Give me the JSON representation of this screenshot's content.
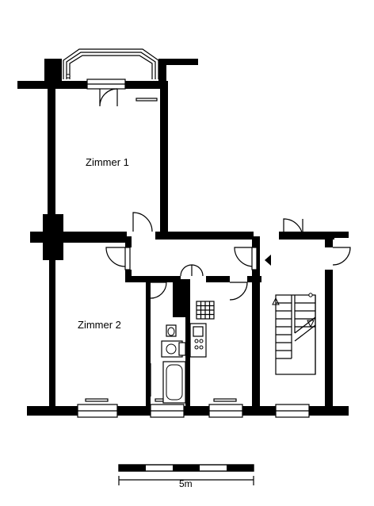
{
  "rooms": [
    {
      "name": "Zimmer 1"
    },
    {
      "name": "Zimmer 2"
    }
  ],
  "scale_bar": {
    "label": "5m"
  },
  "colors": {
    "wall": "#000000",
    "background": "#ffffff"
  },
  "icons": [
    "door-swing-icon",
    "window-icon",
    "stove-icon",
    "bathtub-icon",
    "toilet-icon",
    "sink-icon",
    "staircase-icon",
    "entrance-arrow-icon"
  ]
}
